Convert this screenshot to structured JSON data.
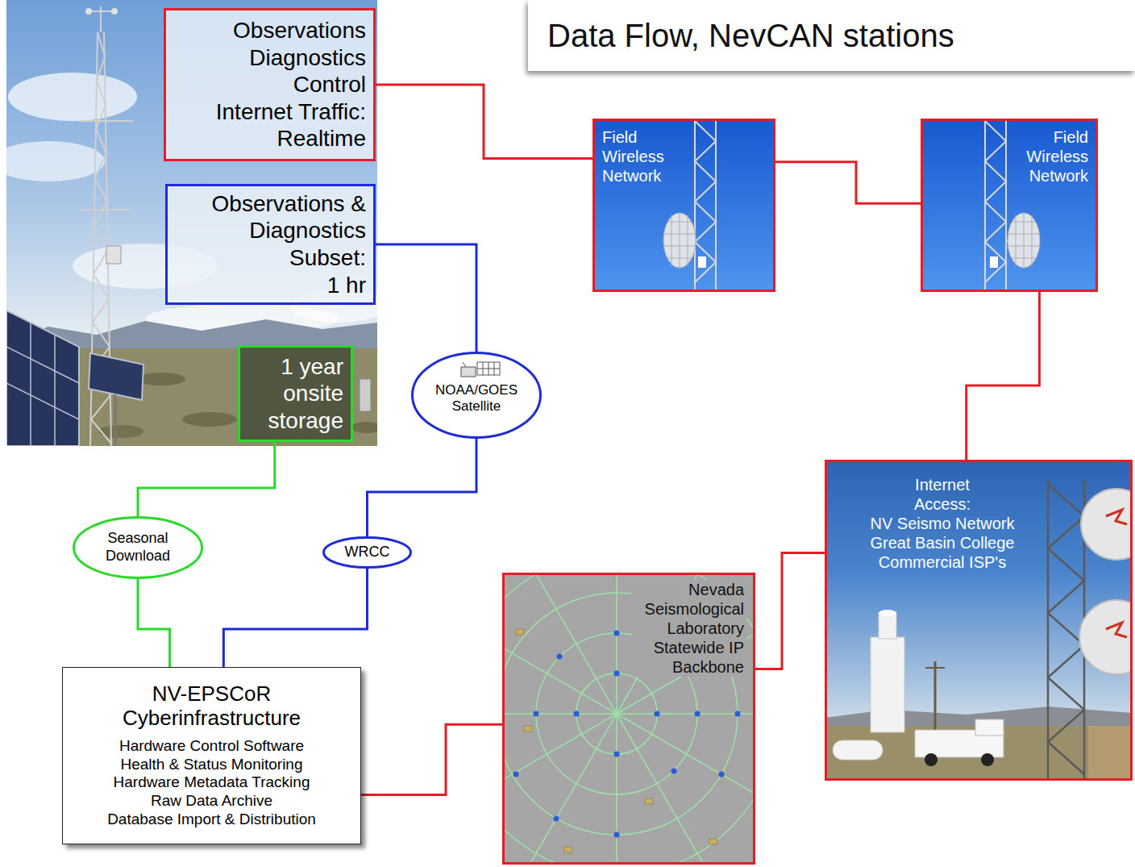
{
  "diagram": {
    "title": "Data Flow, NevCAN stations",
    "nodes": [
      {
        "text": [
          "Observations",
          "Diagnostics",
          "Control",
          "Internet Traffic: Realtime"
        ]
      },
      {
        "text": [
          "Field Wireless Network"
        ]
      },
      {
        "text": [
          "Field Wireless Network"
        ]
      },
      {
        "text": [
          "Observations & Diagnostics",
          "Subset: 1 hr"
        ]
      },
      {
        "text": [
          "NOAA/GOES Satellite"
        ]
      },
      {
        "text": [
          "1 year onsite storage"
        ]
      },
      {
        "text": [
          "Internet Access:",
          "NV Seismo Network",
          "Great Basin College",
          "Commercial ISP's"
        ]
      },
      {
        "text": [
          "Seasonal Download"
        ]
      },
      {
        "text": [
          "WRCC"
        ]
      },
      {
        "text": [
          "Nevada Seismological Laboratory Statewide IP Backbone"
        ]
      },
      {
        "text": [
          "NV-EPSCoR Cyberinfrastructure",
          "Hardware Control Software",
          "Health & Status Monitoring",
          "Hardware Metadata Tracking",
          "Raw Data Archive",
          "Database Import & Distribution"
        ]
      }
    ],
    "edges": [
      {
        "from": 0,
        "to": 1,
        "arrow": "none"
      },
      {
        "from": 1,
        "to": 2,
        "arrow": "none"
      },
      {
        "from": 2,
        "to": 6,
        "arrow": "none"
      },
      {
        "from": 6,
        "to": 9,
        "arrow": "none"
      },
      {
        "from": 9,
        "to": 10,
        "arrow": "none"
      },
      {
        "from": 3,
        "to": 4,
        "arrow": "none"
      },
      {
        "from": 4,
        "to": 8,
        "arrow": "none"
      },
      {
        "from": 8,
        "to": 10,
        "arrow": "none"
      },
      {
        "from": 5,
        "to": 7,
        "arrow": "none"
      },
      {
        "from": 7,
        "to": 10,
        "arrow": "none"
      }
    ]
  }
}
